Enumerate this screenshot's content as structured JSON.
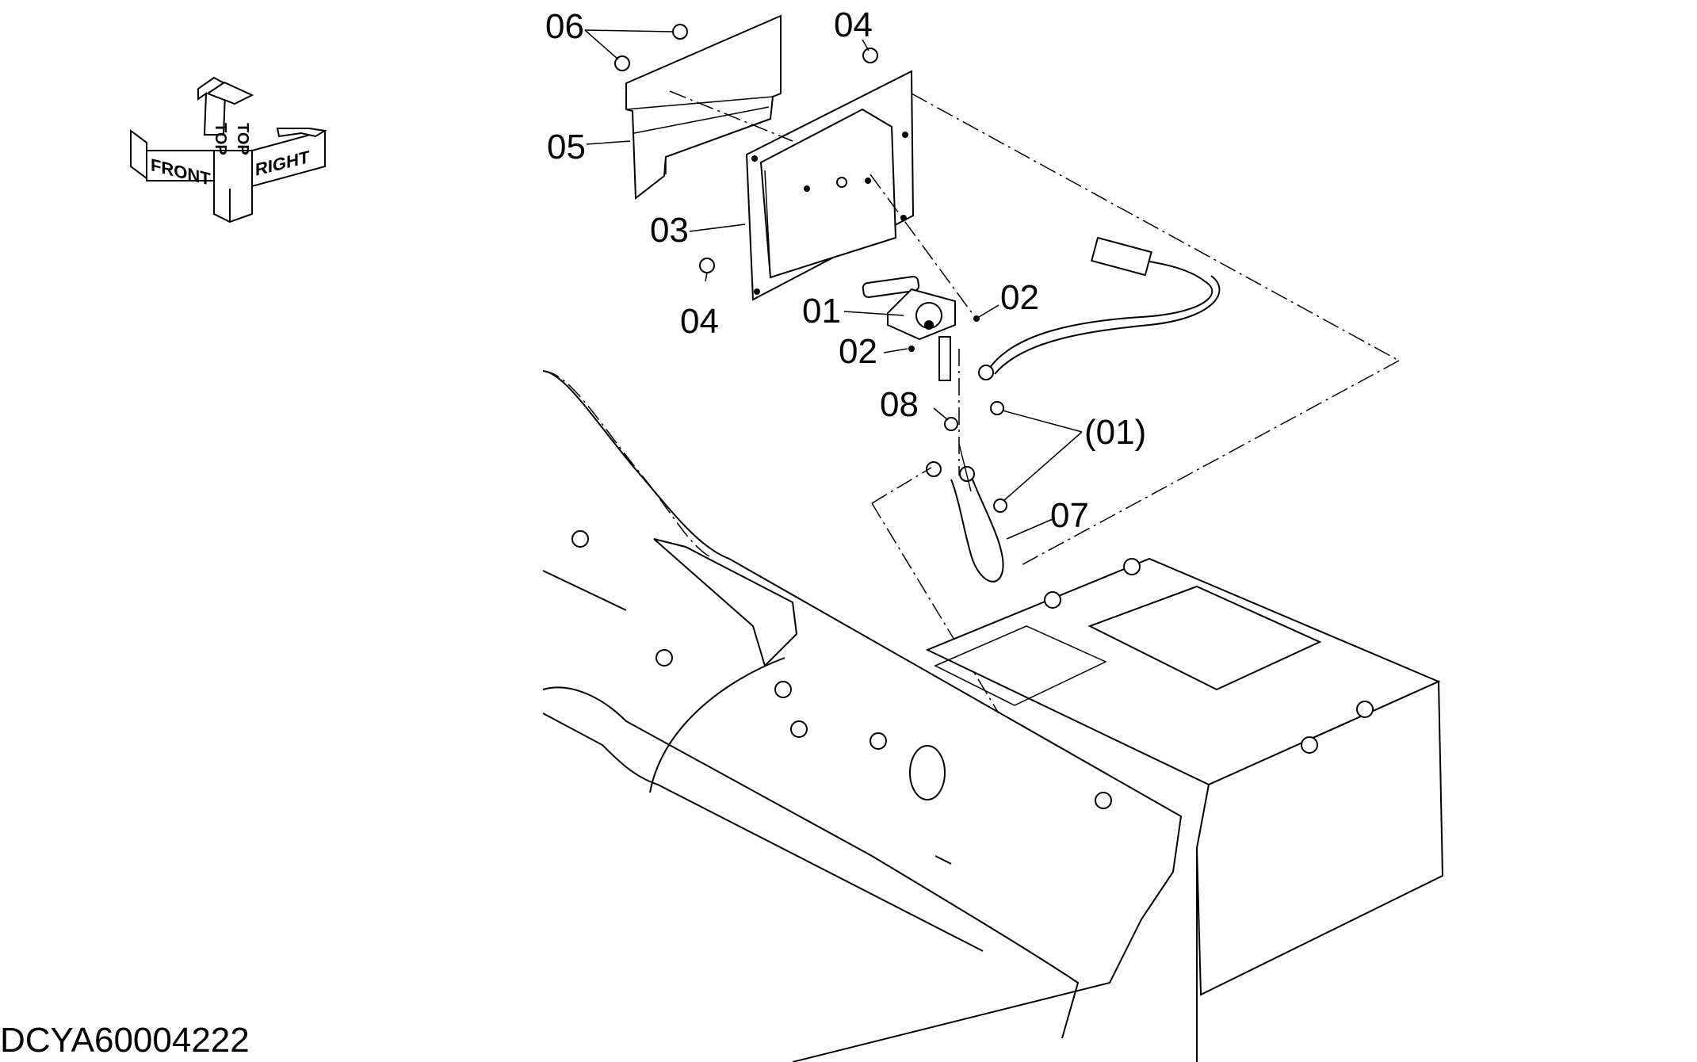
{
  "document_id": "DCYA60004222",
  "orientation_indicator": {
    "front_label": "FRONT",
    "top_label": "TOP",
    "right_label": "RIGHT"
  },
  "callouts": [
    {
      "key": "c06",
      "label": "06"
    },
    {
      "key": "c04a",
      "label": "04"
    },
    {
      "key": "c05",
      "label": "05"
    },
    {
      "key": "c03",
      "label": "03"
    },
    {
      "key": "c04b",
      "label": "04"
    },
    {
      "key": "c01",
      "label": "01"
    },
    {
      "key": "c02a",
      "label": "02"
    },
    {
      "key": "c02b",
      "label": "02"
    },
    {
      "key": "c08",
      "label": "08"
    },
    {
      "key": "c01p",
      "label": "(01)"
    },
    {
      "key": "c07",
      "label": "07"
    }
  ]
}
